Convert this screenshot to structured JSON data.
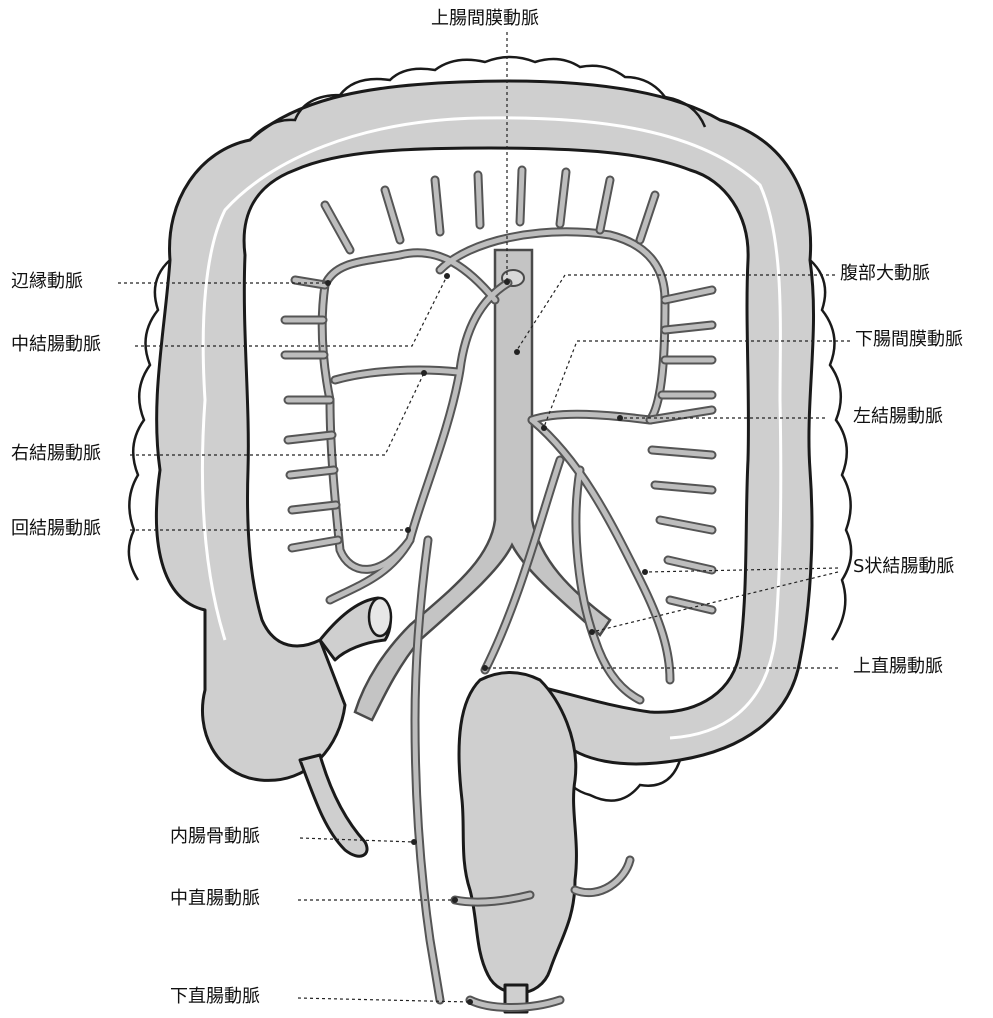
{
  "labels": {
    "superior_mesenteric_artery": "上腸間膜動脈",
    "marginal_artery": "辺縁動脈",
    "middle_colic_artery": "中結腸動脈",
    "right_colic_artery": "右結腸動脈",
    "ileocolic_artery": "回結腸動脈",
    "abdominal_aorta": "腹部大動脈",
    "inferior_mesenteric_artery": "下腸間膜動脈",
    "left_colic_artery": "左結腸動脈",
    "sigmoid_arteries": "S状結腸動脈",
    "superior_rectal_artery": "上直腸動脈",
    "internal_iliac_artery": "内腸骨動脈",
    "middle_rectal_artery": "中直腸動脈",
    "inferior_rectal_artery": "下直腸動脈"
  },
  "colors": {
    "bowel_fill": "#cfcfcf",
    "outline": "#1a1a1a",
    "vessel": "#555555"
  }
}
